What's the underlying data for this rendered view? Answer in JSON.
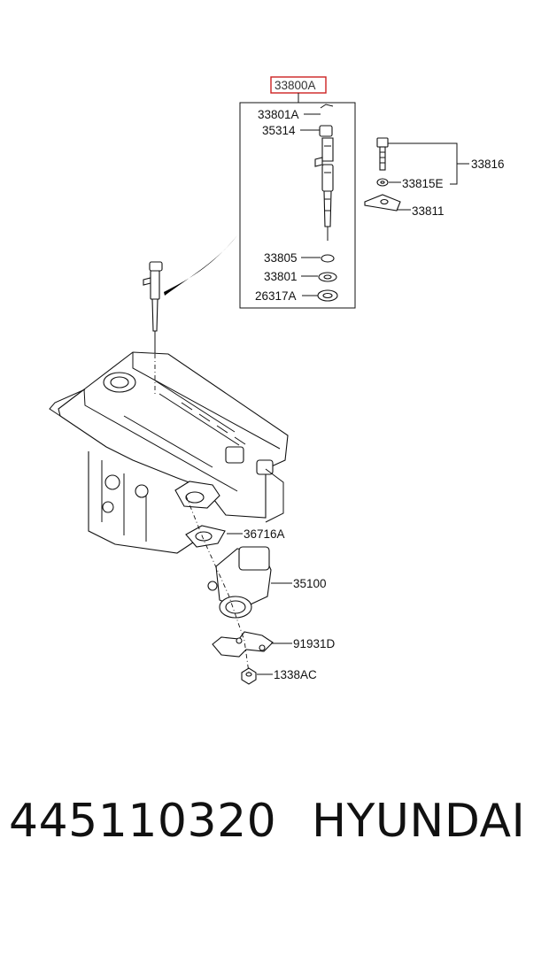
{
  "labels": {
    "assembly": "33800A",
    "nozzle_clip": "33801A",
    "sleeve": "35314",
    "bolt_set": "33816",
    "washer_e": "33815E",
    "clamp": "33811",
    "o_ring": "33805",
    "seal": "33801",
    "gasket_ring": "26317A",
    "gasket_throttle": "36716A",
    "throttle_body": "35100",
    "bracket": "91931D",
    "nut": "1338AC"
  },
  "footer": {
    "part_number": "445110320",
    "brand": "HYUNDAI"
  },
  "colors": {
    "highlight": "#cc2222",
    "line": "#111111"
  }
}
